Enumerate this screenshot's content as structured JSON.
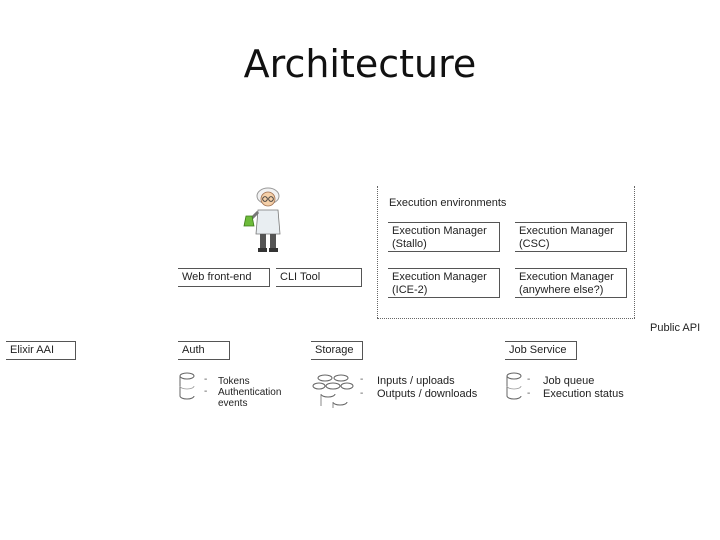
{
  "slide": {
    "title": "Architecture"
  },
  "exec_env": {
    "title": "Execution environments",
    "managers": [
      "Execution Manager\n(Stallo)",
      "Execution Manager\n(CSC)",
      "Execution Manager\n(ICE-2)",
      "Execution Manager\n(anywhere else?)"
    ]
  },
  "frontends": {
    "web": "Web front-end",
    "cli": "CLI Tool"
  },
  "public_api": "Public API",
  "services": {
    "elixir": "Elixir AAI",
    "auth": "Auth",
    "storage": "Storage",
    "jobs": "Job Service"
  },
  "auth_data": [
    "Tokens",
    "Authentication\nevents"
  ],
  "storage_data": [
    "Inputs / uploads",
    "Outputs / downloads"
  ],
  "job_data": [
    "Job queue",
    "Execution status"
  ],
  "icons": [
    "scientist-icon",
    "database-icon",
    "database-cluster-icon"
  ]
}
